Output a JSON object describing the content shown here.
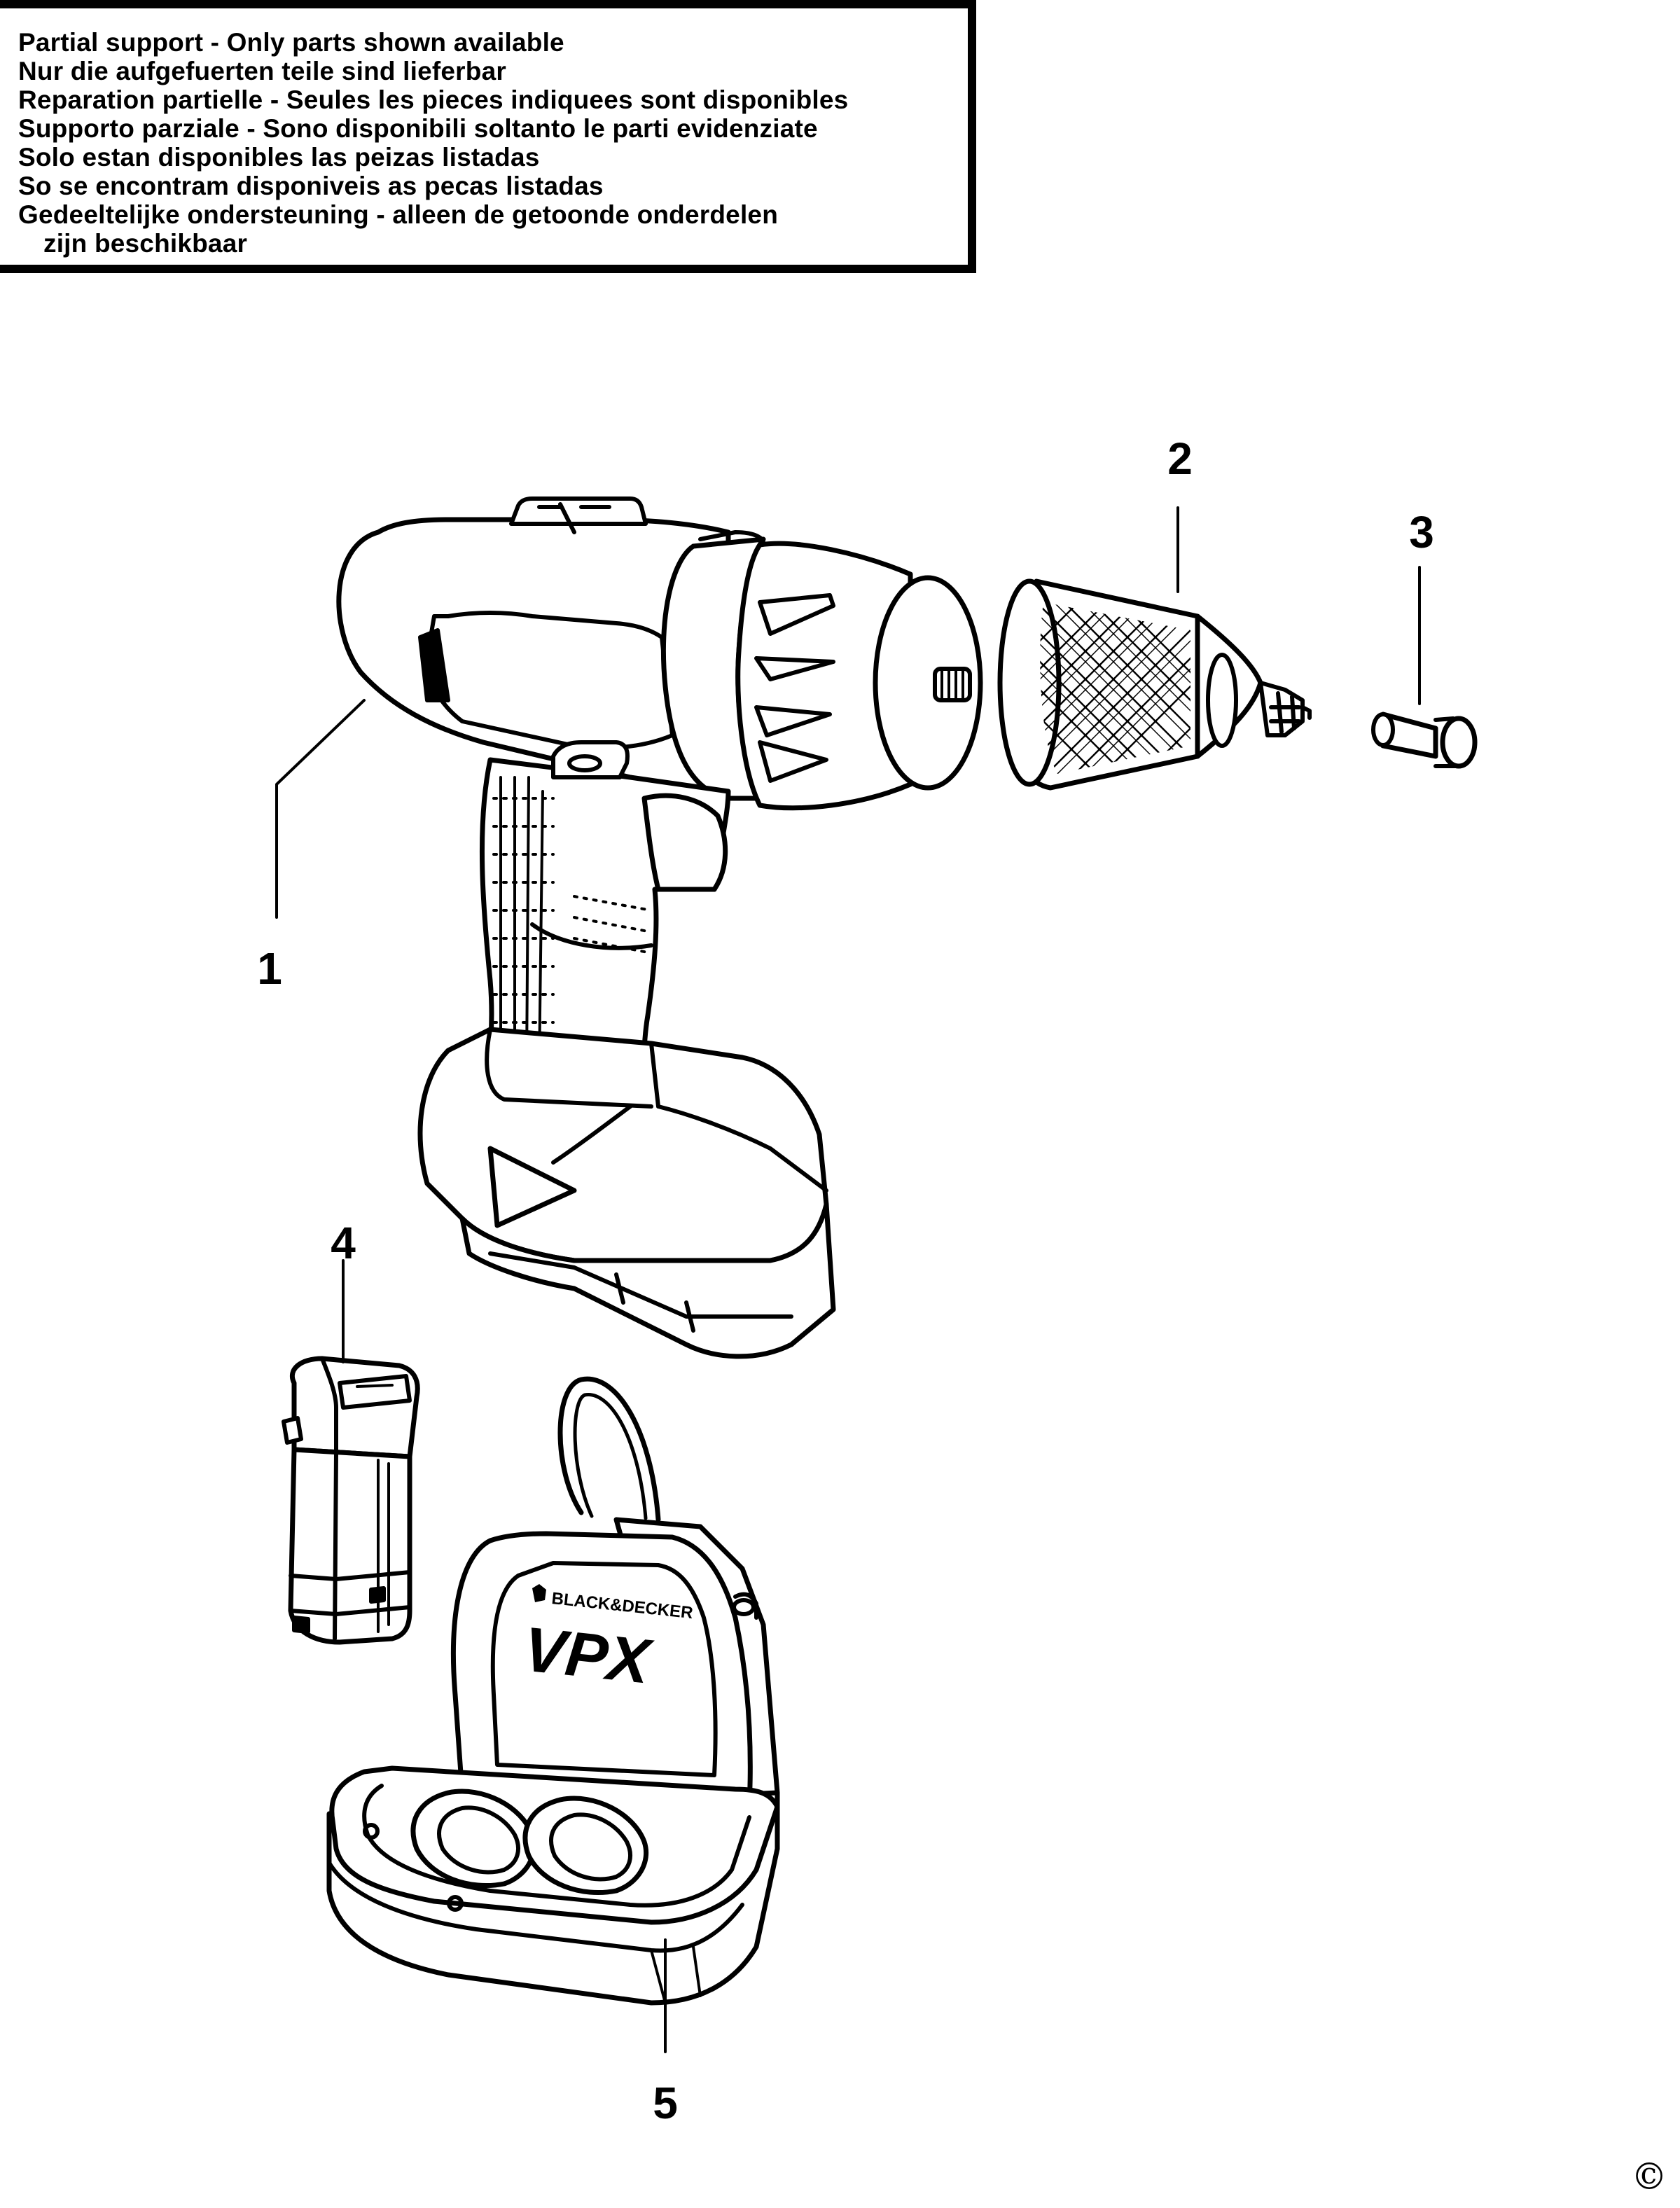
{
  "notice": {
    "lines": [
      "Partial support - Only parts shown available",
      "Nur die aufgefuerten teile sind lieferbar",
      "Reparation partielle - Seules les pieces indiquees sont disponibles",
      "Supporto parziale - Sono disponibili soltanto le parti evidenziate",
      "Solo estan disponibles las peizas listadas",
      "So se encontram disponiveis as pecas listadas",
      "Gedeeltelijke ondersteuning - alleen de getoonde onderdelen",
      "zijn beschikbaar"
    ]
  },
  "parts": [
    {
      "number": "1",
      "name": "drill-body"
    },
    {
      "number": "2",
      "name": "chuck"
    },
    {
      "number": "3",
      "name": "screw"
    },
    {
      "number": "4",
      "name": "battery"
    },
    {
      "number": "5",
      "name": "charger"
    }
  ],
  "charger_branding": {
    "brand": "BLACK&DECKER",
    "model": "VPX"
  },
  "copyright_symbol": "©",
  "colors": {
    "ink": "#000000",
    "paper": "#ffffff"
  }
}
